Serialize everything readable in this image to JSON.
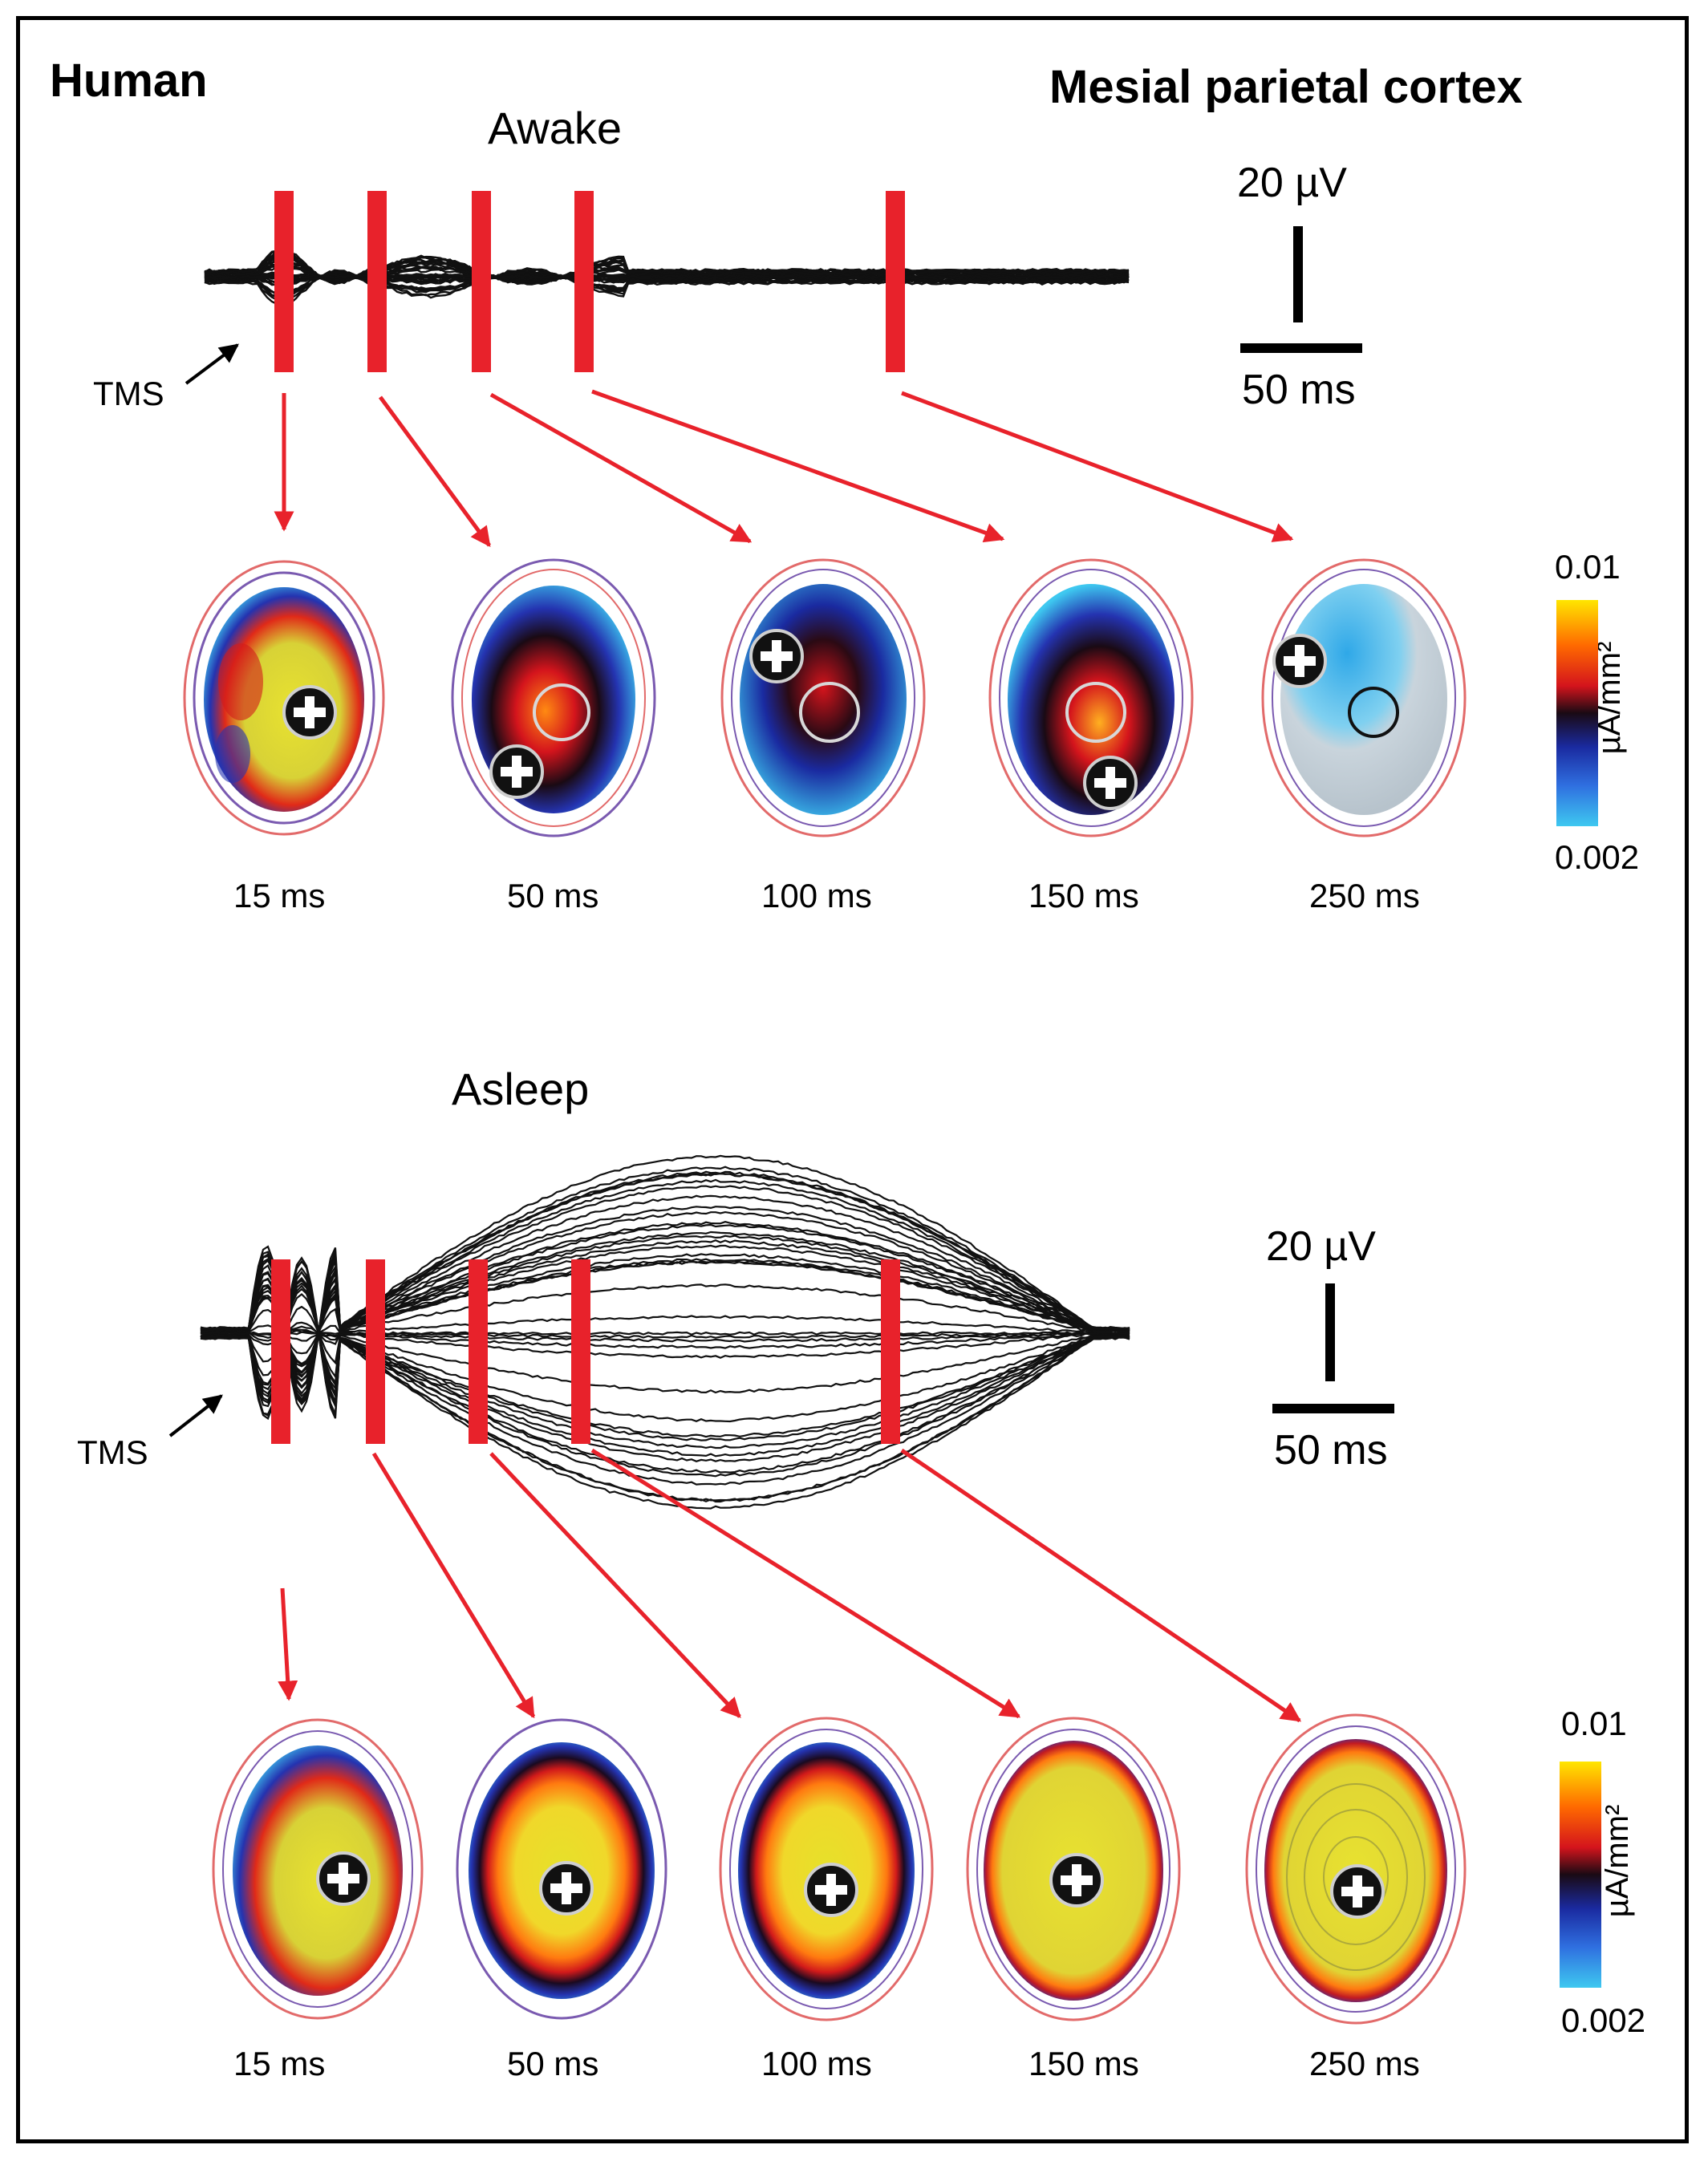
{
  "header": {
    "species": "Human",
    "region": "Mesial parietal cortex"
  },
  "conditions": [
    {
      "label": "Awake",
      "tms_label": "TMS",
      "scale_voltage": "20 µV",
      "scale_time": "50 ms",
      "time_labels": [
        "15 ms",
        "50 ms",
        "100 ms",
        "150 ms",
        "250 ms"
      ],
      "colorbar": {
        "max": "0.01",
        "min": "0.002",
        "unit": "µA/mm²"
      }
    },
    {
      "label": "Asleep",
      "tms_label": "TMS",
      "scale_voltage": "20 µV",
      "scale_time": "50 ms",
      "time_labels": [
        "15 ms",
        "50 ms",
        "100 ms",
        "150 ms",
        "250 ms"
      ],
      "colorbar": {
        "max": "0.01",
        "min": "0.002",
        "unit": "µA/mm²"
      }
    }
  ],
  "colors": {
    "marker": "#e8222b",
    "arrow": "#e8222b",
    "trace": "#111111",
    "colorbar_stops": [
      "#ffe600",
      "#ff6a00",
      "#d4141c",
      "#1a0a14",
      "#1a2aa0",
      "#2f6fe0",
      "#3ec8f0"
    ]
  },
  "icons": {
    "stimulation_site": "plus-in-circle-icon",
    "tms_pointer": "arrow-icon"
  }
}
